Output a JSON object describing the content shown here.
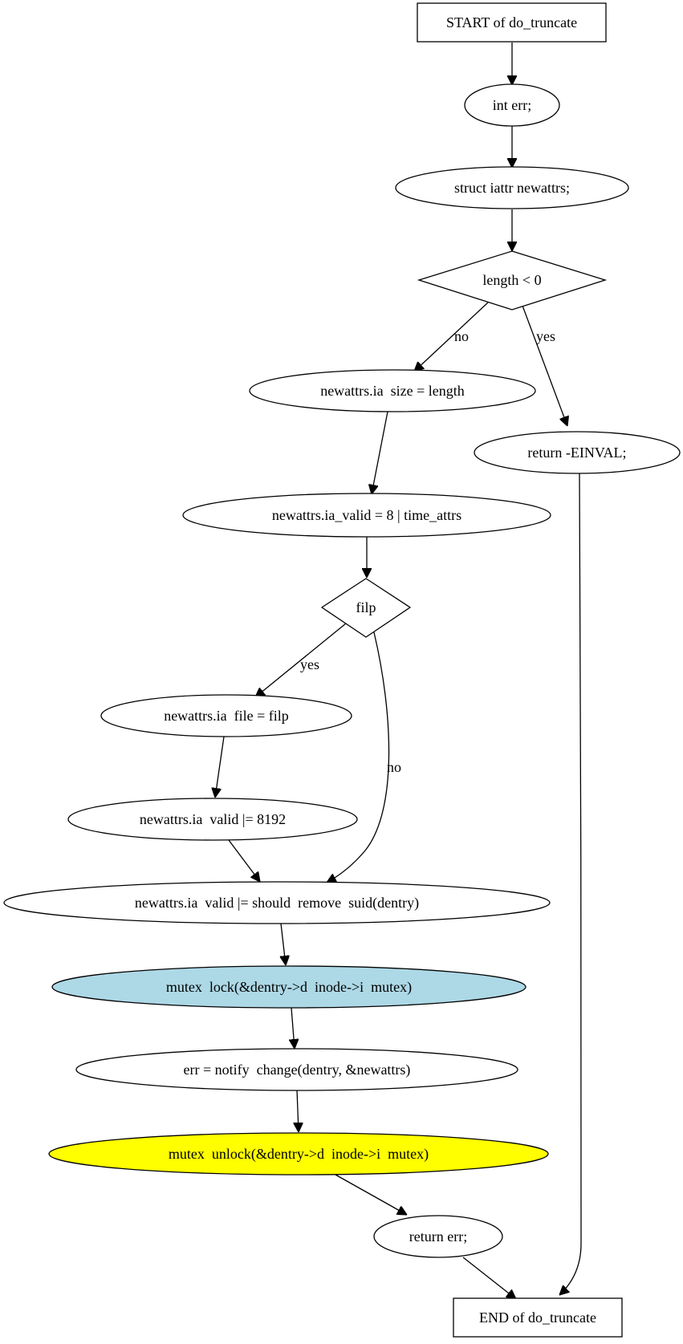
{
  "diagram": {
    "colors": {
      "default_fill": "#ffffff",
      "lock_fill": "#add8e6",
      "unlock_fill": "#ffff00",
      "stroke": "#000000"
    },
    "nodes": {
      "start": {
        "label": "START of do_truncate"
      },
      "int_err": {
        "label": "int err;"
      },
      "struct_iattr": {
        "label": "struct iattr newattrs;"
      },
      "length_check": {
        "label": "length < 0"
      },
      "set_size": {
        "label": "newattrs.ia  size = length"
      },
      "return_einval": {
        "label": "return -EINVAL;"
      },
      "set_valid": {
        "label": "newattrs.ia_valid = 8 | time_attrs"
      },
      "filp_check": {
        "label": "filp"
      },
      "set_file": {
        "label": "newattrs.ia  file = filp"
      },
      "valid_or_8192": {
        "label": "newattrs.ia  valid |= 8192"
      },
      "valid_or_suid": {
        "label": "newattrs.ia  valid |= should  remove  suid(dentry)"
      },
      "mutex_lock": {
        "label": "mutex  lock(&dentry->d  inode->i  mutex)"
      },
      "notify_change": {
        "label": "err = notify  change(dentry, &newattrs)"
      },
      "mutex_unlock": {
        "label": "mutex  unlock(&dentry->d  inode->i  mutex)"
      },
      "return_err": {
        "label": "return err;"
      },
      "end": {
        "label": "END of do_truncate"
      }
    },
    "edge_labels": {
      "length_no": "no",
      "length_yes": "yes",
      "filp_yes": "yes",
      "filp_no": "no"
    }
  }
}
